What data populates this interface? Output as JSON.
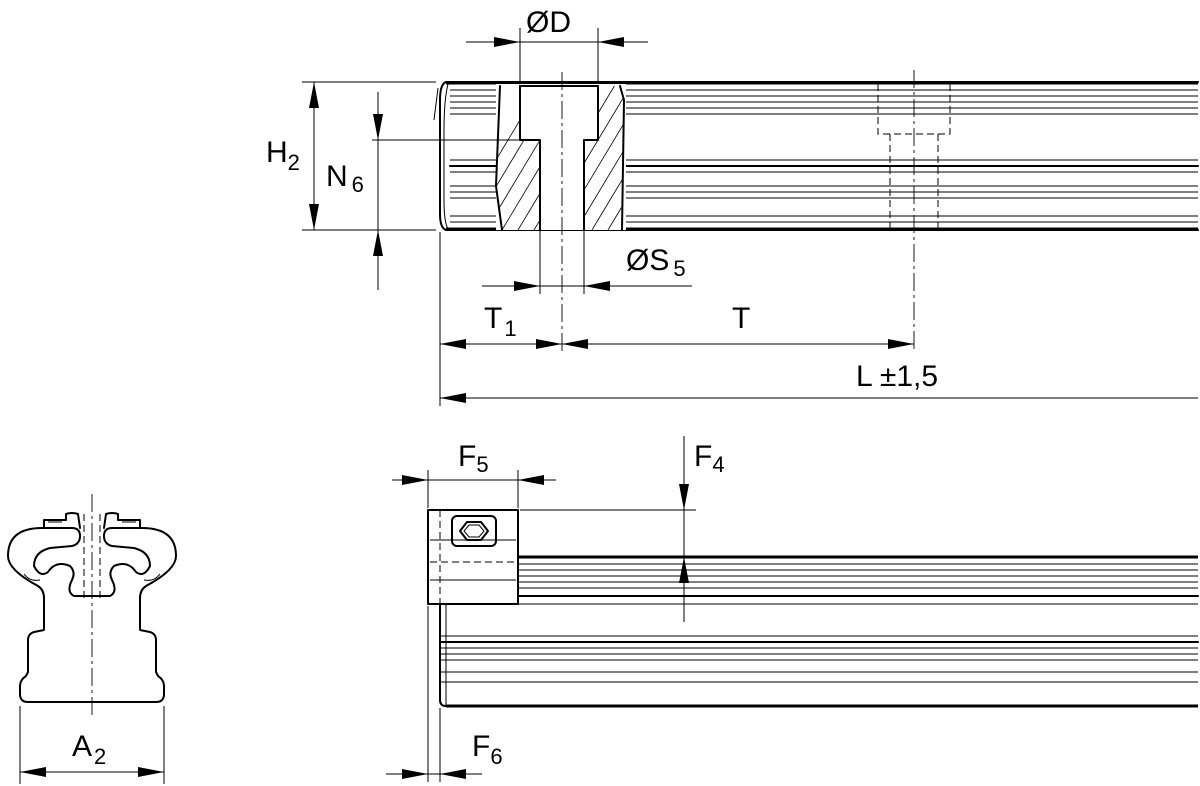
{
  "labels": {
    "d": "ØD",
    "h2": {
      "main": "H",
      "sub": "2"
    },
    "n6": {
      "main": "N",
      "sub": "6"
    },
    "s5": {
      "main": "ØS",
      "sub": "5"
    },
    "t1": {
      "main": "T",
      "sub": "1"
    },
    "t": "T",
    "l": "L ±1,5",
    "f5": {
      "main": "F",
      "sub": "5"
    },
    "f4": {
      "main": "F",
      "sub": "4"
    },
    "f6": {
      "main": "F",
      "sub": "6"
    },
    "a2": {
      "main": "A",
      "sub": "2"
    }
  }
}
